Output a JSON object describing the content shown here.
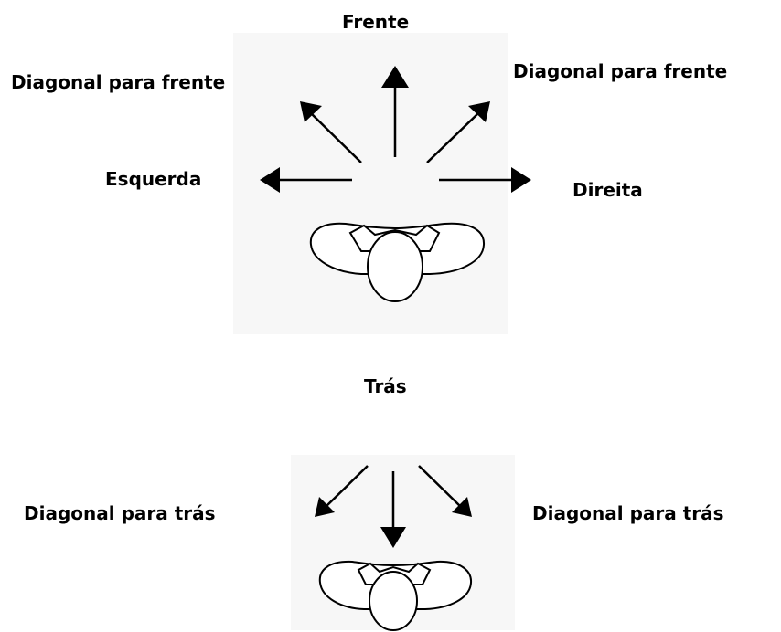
{
  "labels": {
    "front": "Frente",
    "diag_front_left": "Diagonal para frente",
    "diag_front_right": "Diagonal para frente",
    "left": "Esquerda",
    "right": "Direita",
    "back": "Trás",
    "diag_back_left": "Diagonal para trás",
    "diag_back_right": "Diagonal para trás"
  },
  "icons": {
    "person": "person-top-view-icon",
    "arrow": "arrow-icon"
  },
  "colors": {
    "ink": "#000000",
    "background": "#ffffff"
  }
}
